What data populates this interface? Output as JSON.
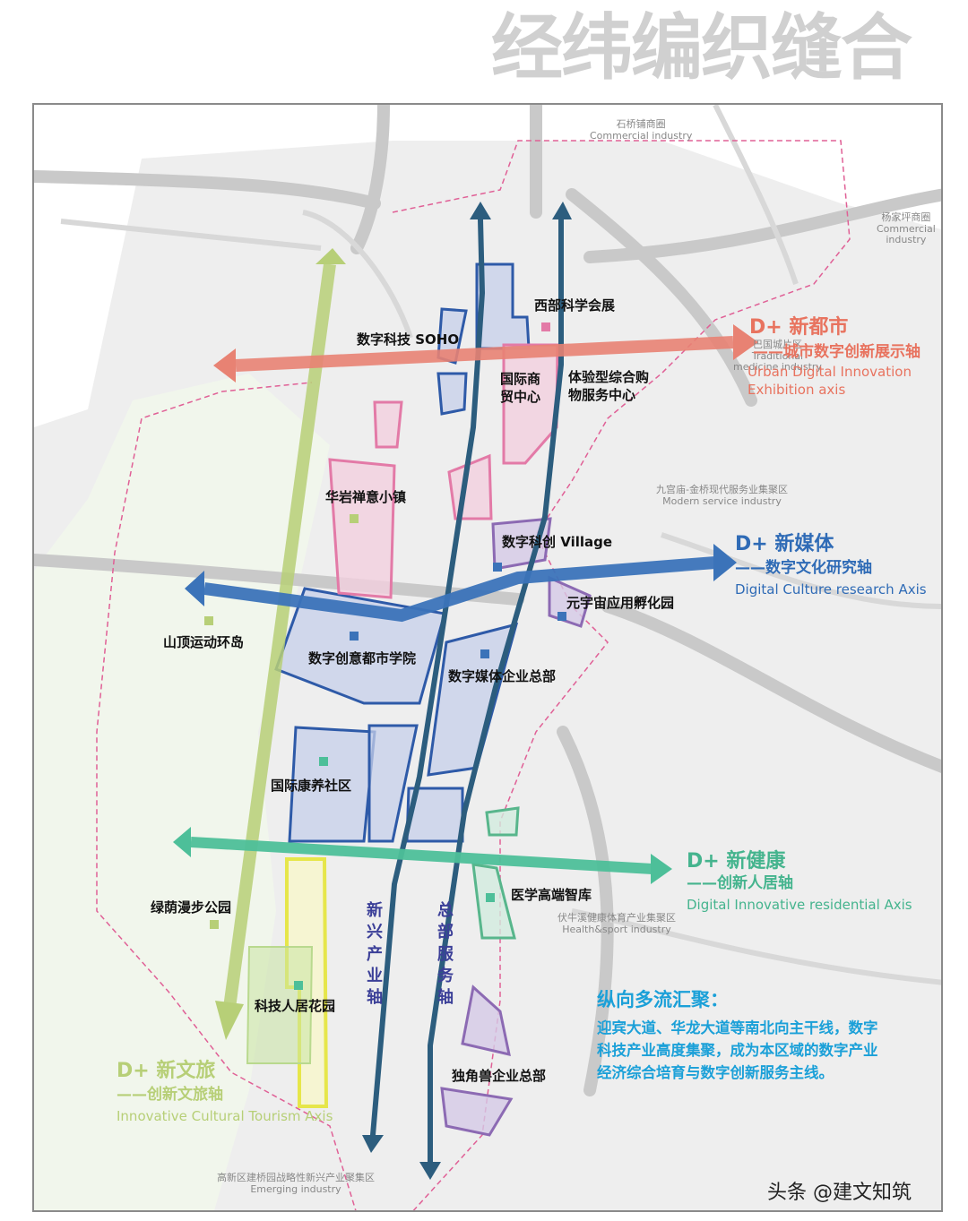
{
  "title": "经纬编织缝合",
  "colors": {
    "axis_red": "#e88273",
    "axis_blue": "#3b73b9",
    "axis_teal": "#4dbf99",
    "axis_green": "#b7cf77",
    "vertical_axis": "#2c5d7e",
    "summary_blue": "#1ba0d8",
    "zone_blue": "#8c9dd1",
    "zone_pink": "#e59bc4",
    "zone_purple": "#9d84c4",
    "zone_yellow": "#f0ee4c"
  },
  "axes": {
    "urban": {
      "title": "D+ 新都市",
      "subtitle": "——城市数字创新展示轴",
      "en1": "Urban Digital Innovation",
      "en2": "Exhibition axis"
    },
    "media": {
      "title": "D+ 新媒体",
      "subtitle": "——数字文化研究轴",
      "en": "Digital Culture research Axis"
    },
    "health": {
      "title": "D+ 新健康",
      "subtitle": "——创新人居轴",
      "en": "Digital Innovative residential Axis"
    },
    "tourism": {
      "title": "D+ 新文旅",
      "subtitle": "——创新文旅轴",
      "en": "Innovative Cultural Tourism Axis"
    },
    "emerging_industry": "新兴产业轴",
    "hq_service": "总部服务轴"
  },
  "nodes": {
    "digital_soho": "数字科技 SOHO",
    "west_science_expo": "西部科学会展",
    "intl_trade_center_1": "国际商",
    "intl_trade_center_2": "贸中心",
    "experiential_shopping_1": "体验型综合购",
    "experiential_shopping_2": "物服务中心",
    "huayan_zen_town": "华岩禅意小镇",
    "digital_village": "数字科创 Village",
    "metaverse_incubator": "元宇宙应用孵化园",
    "hilltop_sports_island": "山顶运动环岛",
    "digital_creative_academy": "数字创意都市学院",
    "digital_media_hq": "数字媒体企业总部",
    "intl_health_community": "国际康养社区",
    "medical_think_tank": "医学高端智库",
    "green_walk_park": "绿荫漫步公园",
    "tech_living_garden": "科技人居花园",
    "unicorn_hq": "独角兽企业总部"
  },
  "areas": {
    "shiqiaopu": {
      "cn": "石桥铺商圈",
      "en": "Commercial industry"
    },
    "yangjiaping": {
      "cn": "杨家坪商圈",
      "en1": "Commercial",
      "en2": "industry"
    },
    "baguo": {
      "cn": "巴国城片区",
      "en1": "Traditional",
      "en2": "medicine industry"
    },
    "jiugongmiao": {
      "cn": "九宫庙-金桥现代服务业集聚区",
      "en": "Modern service industry"
    },
    "funiuxi": {
      "cn": "伏牛溪健康体育产业集聚区",
      "en": "Health&sport industry"
    },
    "gaoxin": {
      "cn": "高新区建桥园战略性新兴产业聚集区",
      "en": "Emerging industry"
    }
  },
  "summary": {
    "title": "纵向多流汇聚：",
    "body": "迎宾大道、华龙大道等南北向主干线，数字科技产业高度集聚，成为本区域的数字产业经济综合培育与数字创新服务主线。"
  },
  "watermark": "头条 @建文知筑"
}
